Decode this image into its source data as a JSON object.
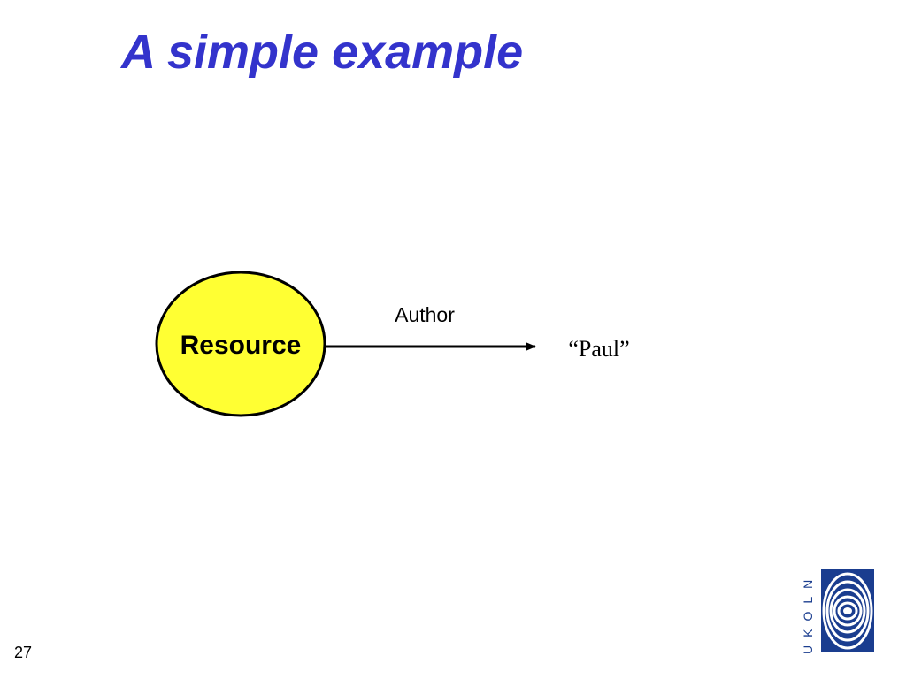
{
  "slide": {
    "title": "A simple example",
    "page_number": "27"
  },
  "diagram": {
    "resource_node": {
      "label": "Resource",
      "fill": "#ffff33",
      "stroke": "#000000"
    },
    "property_arc": {
      "label": "Author"
    },
    "literal_value": {
      "label": "“Paul”"
    }
  },
  "logo": {
    "lettering": "UKOLN",
    "color": "#1a3d8f"
  }
}
